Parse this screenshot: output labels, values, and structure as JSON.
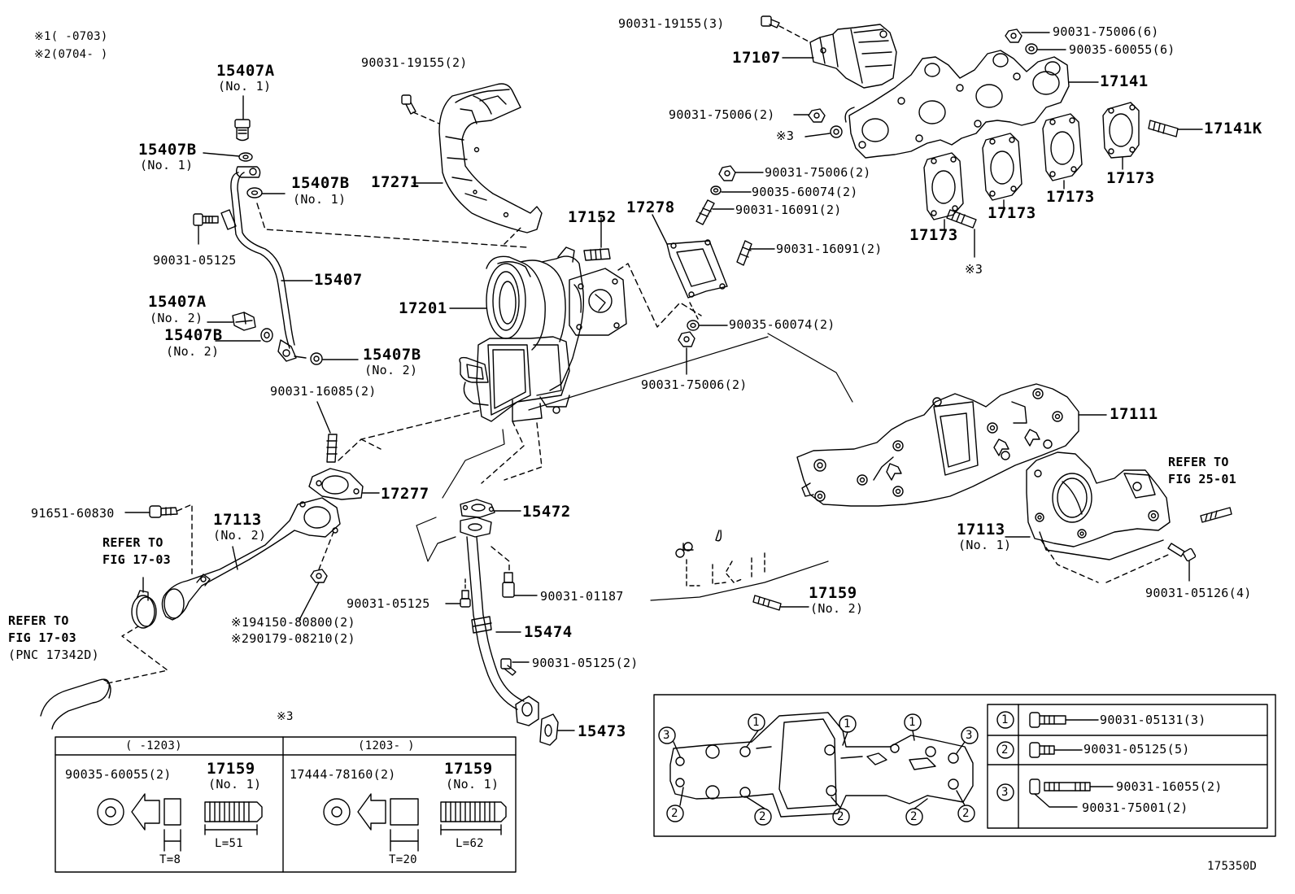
{
  "notes": {
    "n1": "※1(    -0703)",
    "n2": "※2(0704-    )"
  },
  "labels": {
    "p15407A_1": "15407A",
    "p15407A_1_sub": "(No. 1)",
    "p15407B_1a": "15407B",
    "p15407B_1a_sub": "(No. 1)",
    "p15407B_1b": "15407B",
    "p15407B_1b_sub": "(No. 1)",
    "p90031_05125a": "90031-05125",
    "p15407": "15407",
    "p15407A_2": "15407A",
    "p15407A_2_sub": "(No. 2)",
    "p15407B_2a": "15407B",
    "p15407B_2a_sub": "(No. 2)",
    "p15407B_2b": "15407B",
    "p15407B_2b_sub": "(No. 2)",
    "p90031_16085": "90031-16085(2)",
    "p91651_60830": "91651-60830",
    "p17113_2": "17113",
    "p17113_2_sub": "(No. 2)",
    "ref1703a_1": "REFER TO",
    "ref1703a_2": "FIG 17-03",
    "ref1703b_1": "REFER TO",
    "ref1703b_2": "FIG 17-03",
    "ref1703b_3": "(PNC 17342D)",
    "p194150": "※194150-80800(2)",
    "p290179": "※290179-08210(2)",
    "p17277": "17277",
    "p90031_19155_2": "90031-19155(2)",
    "p17271": "17271",
    "p17201": "17201",
    "p17152": "17152",
    "p17278": "17278",
    "p15472": "15472",
    "p90031_05125b": "90031-05125",
    "p90031_01187": "90031-01187",
    "p15474": "15474",
    "p90031_05125c": "90031-05125(2)",
    "p15473": "15473",
    "p90031_19155_3": "90031-19155(3)",
    "p17107": "17107",
    "p90031_75006_6": "90031-75006(6)",
    "p90035_60055_6": "90035-60055(6)",
    "p17141": "17141",
    "p90031_75006_2a": "90031-75006(2)",
    "mark3a": "※3",
    "p17141K": "17141K",
    "p90031_75006_2b": "90031-75006(2)",
    "p90035_60074_2a": "90035-60074(2)",
    "p90031_16091_2a": "90031-16091(2)",
    "p90031_16091_2b": "90031-16091(2)",
    "p90035_60074_2b": "90035-60074(2)",
    "p90031_75006_2c": "90031-75006(2)",
    "p17173a": "17173",
    "p17173b": "17173",
    "p17173c": "17173",
    "p17173d": "17173",
    "mark3b": "※3",
    "p17111": "17111",
    "ref2501_1": "REFER TO",
    "ref2501_2": "FIG 25-01",
    "p17113_1": "17113",
    "p17113_1_sub": "(No. 1)",
    "p90031_05126": "90031-05126(4)",
    "p17159_2": "17159",
    "p17159_2_sub": "(No. 2)",
    "mark3c": "※3",
    "figno": "175350D"
  },
  "inset_left": {
    "col1_head": "(     -1203)",
    "col2_head": "(1203-     )",
    "a_washer": "90035-60055(2)",
    "a_stud": "17159",
    "a_stud_sub": "(No. 1)",
    "a_t": "T=8",
    "a_l": "L=51",
    "b_washer": "17444-78160(2)",
    "b_stud": "17159",
    "b_stud_sub": "(No. 1)",
    "b_t": "T=20",
    "b_l": "L=62"
  },
  "inset_right": {
    "c1": "1",
    "c2": "2",
    "c3": "3",
    "r1": "90031-05131(3)",
    "r2": "90031-05125(5)",
    "r3a": "90031-16055(2)",
    "r3b": "90031-75001(2)"
  }
}
